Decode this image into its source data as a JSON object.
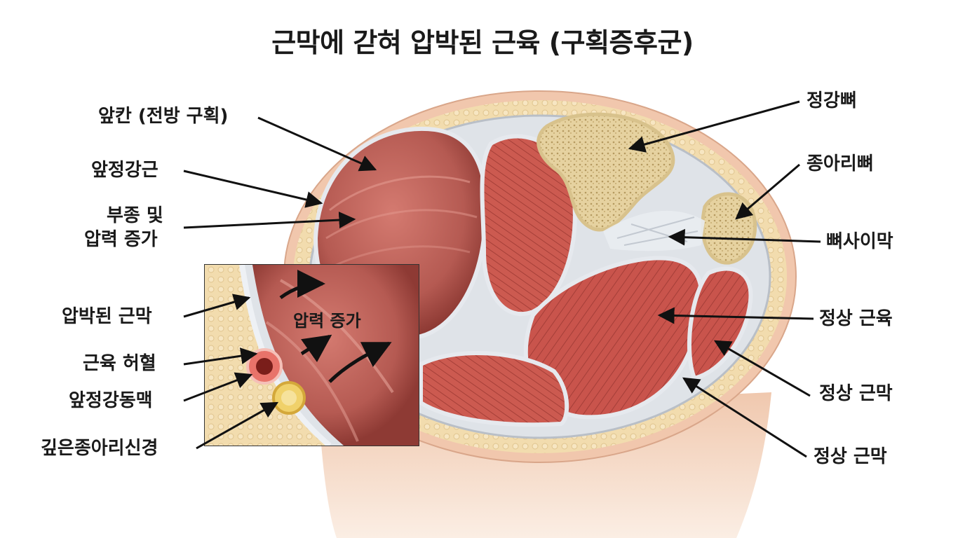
{
  "title": "근막에 갇혀 압박된 근육 (구획증후군)",
  "labels": {
    "anterior_compartment": "앞칸 (전방 구획)",
    "tibialis_anterior": "앞정강근",
    "swelling_line1": "부종 및",
    "swelling_line2": "압력 증가",
    "compressed_fascia": "압박된 근막",
    "muscle_ischemia": "근육 허혈",
    "anterior_tibial_artery": "앞정강동맥",
    "deep_peroneal_nerve": "깊은종아리신경",
    "tibia": "정강뼈",
    "fibula": "종아리뼈",
    "interosseous_membrane": "뼈사이막",
    "normal_muscle": "정상 근육",
    "normal_fascia_1": "정상 근막",
    "normal_fascia_2": "정상 근막",
    "inset_pressure": "압력 증가"
  },
  "colors": {
    "skin": "#f4d6c0",
    "fat": "#f0d9a8",
    "muscle": "#c9544c",
    "muscle_dark": "#9e3a35",
    "swollen_muscle": "#b9615a",
    "fascia": "#d9dde3",
    "bone": "#e8d7a8",
    "arrow": "#111111"
  }
}
